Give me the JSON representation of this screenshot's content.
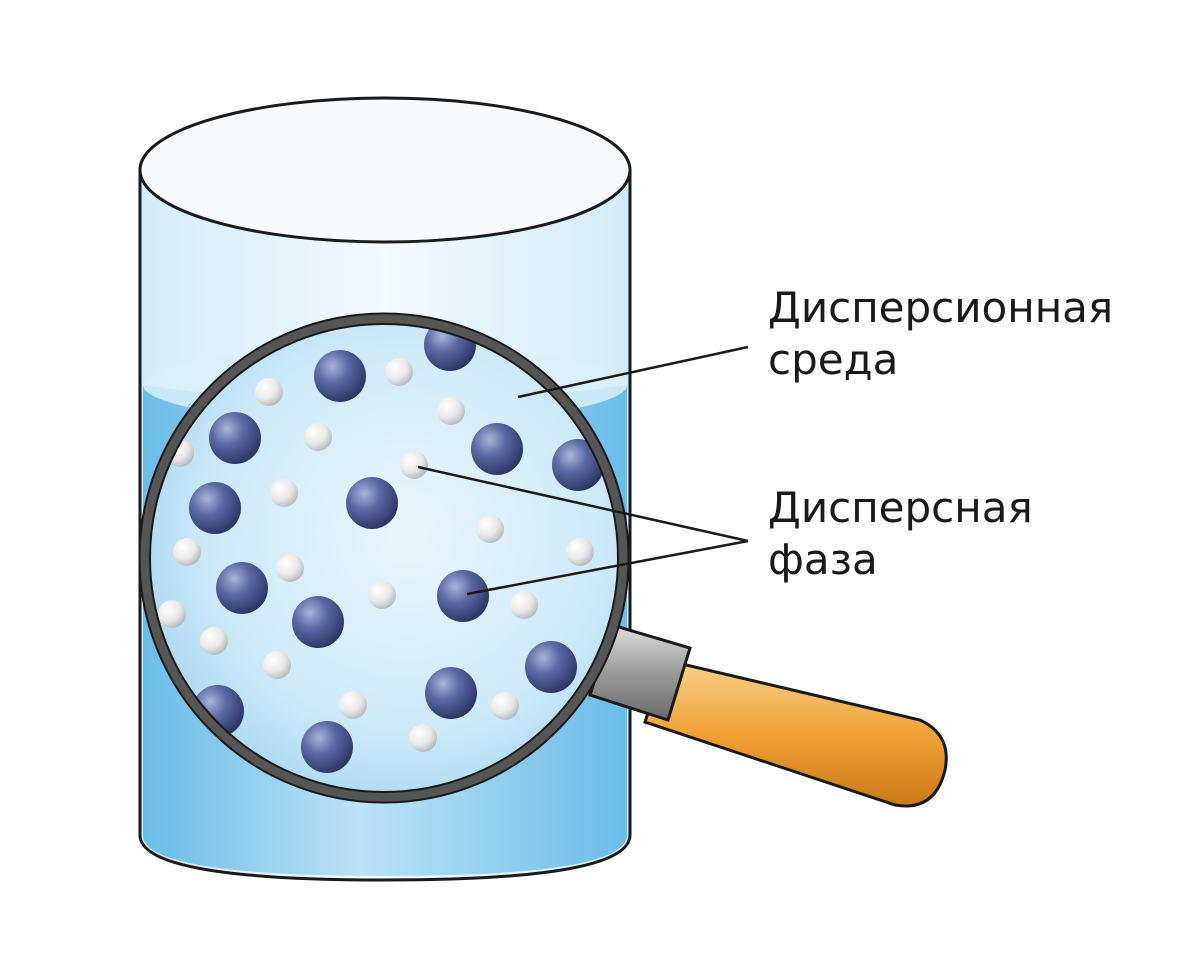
{
  "labels": {
    "dispersion_medium": [
      "Дисперсионная",
      "среда"
    ],
    "dispersed_phase": [
      "Дисперсная",
      "фаза"
    ]
  },
  "colors": {
    "background": "#ffffff",
    "glass_outline": "#1a1a1a",
    "glass_tint": "#e6f3fb",
    "liquid": "#7fc6ec",
    "liquid_light": "#cbe9f8",
    "large_particle": "#4b5a92",
    "small_particle": "#ececec",
    "lens_rim": "#4a4a4a",
    "handle": "#f0a236",
    "pointer_line": "#1a1a1a"
  },
  "icons": [
    "beaker-icon",
    "magnifying-glass-icon",
    "large-particle-icon",
    "small-particle-icon"
  ]
}
